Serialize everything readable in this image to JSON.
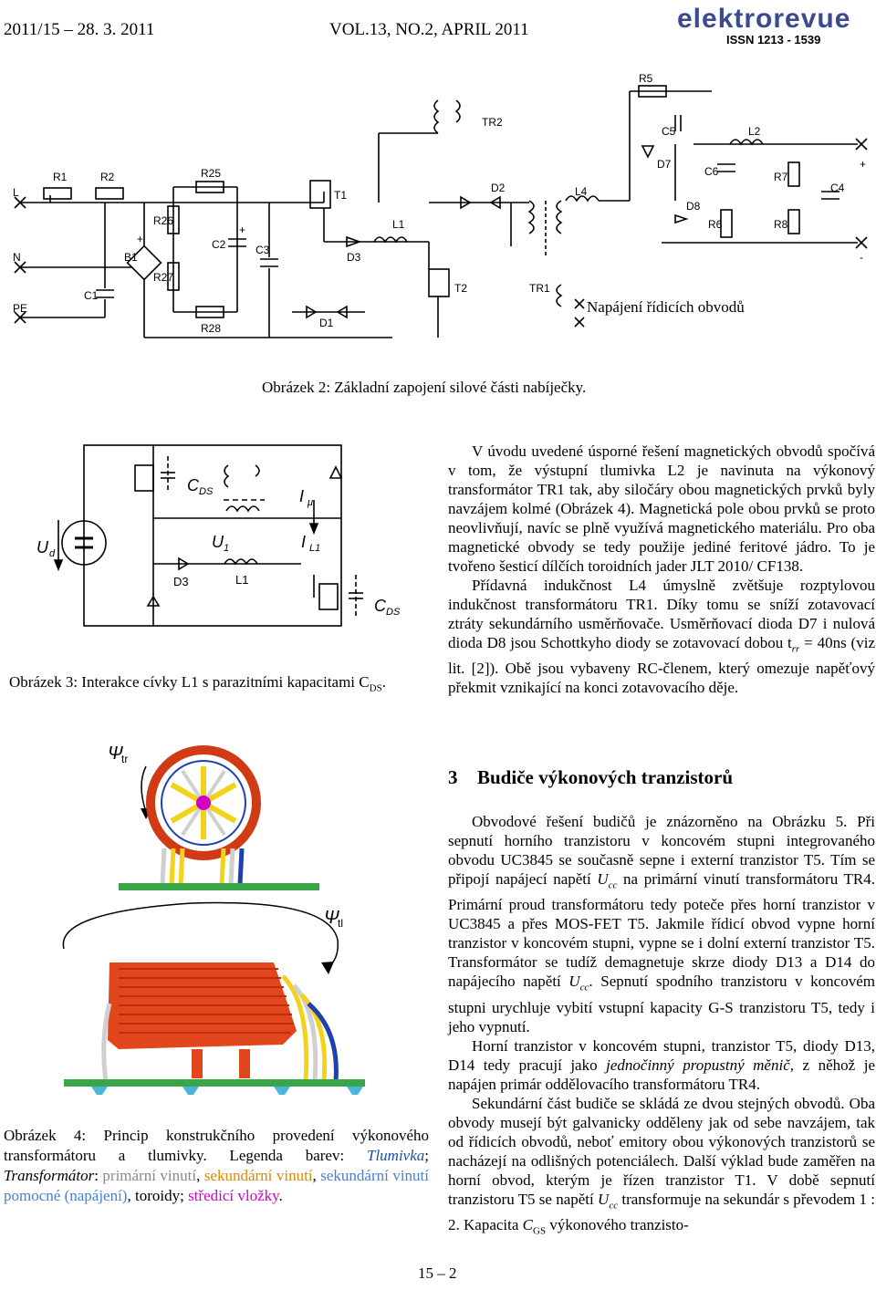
{
  "header": {
    "dates": "2011/15 – 28. 3. 2011",
    "volume": "VOL.13, NO.2, APRIL 2011",
    "logo_text": "elektrorevue",
    "issn": "ISSN 1213 - 1539"
  },
  "fig2": {
    "labels": [
      "L",
      "N",
      "PE",
      "R1",
      "R2",
      "C1",
      "B1",
      "R25",
      "R26",
      "R27",
      "R28",
      "C2",
      "C3",
      "T1",
      "T2",
      "D1",
      "D2",
      "D3",
      "L1",
      "TR1",
      "TR2",
      "L4",
      "D7",
      "C5",
      "R5",
      "C6",
      "D8",
      "R6",
      "L2",
      "R7",
      "R8",
      "C4",
      "+",
      "-",
      "+",
      "+"
    ],
    "note": "Napájení řídicích obvodů",
    "caption": "Obrázek 2: Základní zapojení silové části nabíječky."
  },
  "fig3": {
    "labels": {
      "ud": "U",
      "ud_sub": "d",
      "cds_top": "C",
      "cds_top_sub": "DS",
      "u1": "U",
      "u1_sub": "1",
      "imu": "I",
      "imu_sub": "μ",
      "il1": "I",
      "il1_sub": "L1",
      "d3": "D3",
      "l1": "L1",
      "cds_bot": "C",
      "cds_bot_sub": "DS"
    },
    "caption_main": "Obrázek 3: Interakce cívky L1 s parazitními kapacitami C",
    "caption_sub": "DS",
    "caption_end": "."
  },
  "fig4": {
    "psi_tr": "Ψ",
    "psi_tr_sub": "tr",
    "psi_tl": "Ψ",
    "psi_tl_sub": "tl",
    "caption_1": "Obrázek 4: Princip konstrukčního provedení výkonového transformátoru a tlumivky. Legenda barev: ",
    "legend_tl": "Tlumivka",
    "legend_sep1": "; ",
    "legend_tr": "Transformátor",
    "legend_colon": ": ",
    "legend_pri": "primární vinutí",
    "legend_c1": ", ",
    "legend_sek": "sekundární vinutí",
    "legend_c2": ", ",
    "legend_sek2": "sekundární vinutí pomocné (napájení)",
    "legend_c3": ", toroidy; ",
    "legend_str": "středicí vložky",
    "legend_end": "."
  },
  "text": {
    "p1": "V úvodu uvedené úsporné řešení magnetických obvodů spočívá v tom, že výstupní tlumivka L2 je navinuta na výkonový transformátor TR1 tak, aby siločáry obou magnetických prvků byly navzájem kolmé (Obrázek 4). Magnetická pole obou prvků se proto neovlivňují, navíc se plně využívá magnetického materiálu. Pro oba magnetické obvody se tedy použije jediné feritové jádro. To je tvořeno šesticí dílčích toroidních jader JLT 2010/ CF138.",
    "p2": "Přídavná indukčnost L4 úmyslně zvětšuje rozptylovou indukčnost transformátoru TR1. Díky tomu se sníží zotavovací ztráty sekundárního usměrňovače. Usměrňovací dioda D7 i nulová dioda D8 jsou Schottkyho diody se zotavovací dobou t",
    "p2_sub": "rr",
    "p2_end": " = 40ns (viz lit. [2]). Obě jsou vybaveny RC-členem, který omezuje napěťový překmit vznikající na konci zotavovacího děje.",
    "section_num": "3",
    "section_title": "Budiče výkonových tranzistorů",
    "p3": "Obvodové řešení budičů je znázorněno na Obrázku 5. Při sepnutí horního tranzistoru v koncovém stupni integrovaného obvodu UC3845 se současně sepne i externí tranzistor T5. Tím se připojí napájecí napětí ",
    "p3_u": "U",
    "p3_u_sub": "cc",
    "p3_mid": " na primární vinutí transformátoru TR4. Primární proud transformátoru tedy poteče přes horní tranzistor v UC3845 a přes MOS-FET T5. Jakmile řídicí obvod vypne horní tranzistor v koncovém stupni, vypne se i dolní externí tranzistor T5. Transformátor se tudíž demagnetuje skrze diody D13 a D14 do napájecího napětí ",
    "p3_u2": "U",
    "p3_u2_sub": "cc",
    "p3_end": ". Sepnutí spodního tranzistoru v koncovém stupni urychluje vybití vstupní kapacity G-S tranzistoru T5, tedy i jeho vypnutí.",
    "p4": "Horní tranzistor v koncovém stupni, tranzistor T5, diody D13, D14 tedy pracují jako ",
    "p4_em": "jednočinný propustný měnič",
    "p4_end": ", z něhož je napájen primár oddělovacího transformátoru TR4.",
    "p5": "Sekundární část budiče se skládá ze dvou stejných obvodů. Oba obvody musejí být galvanicky odděleny jak od sebe navzájem, tak od řídicích obvodů, neboť emitory obou výkonových tranzistorů se nacházejí na odlišných potenciálech. Další výklad bude zaměřen na horní obvod, kterým je řízen tranzistor T1. V době sepnutí tranzistoru T5 se napětí ",
    "p5_u": "U",
    "p5_u_sub": "cc",
    "p5_mid": " transformuje na sekundár s převodem 1 : 2. Kapacita ",
    "p5_c": "C",
    "p5_c_sub": "GS",
    "p5_end": " výkonového tranzisto-"
  },
  "footer": {
    "page": "15 – 2"
  },
  "colors": {
    "logo": "#3b4a8c",
    "tlumivka": "#e2461d",
    "toroid": "#d03a14",
    "primary": "#cfcfcf",
    "secondary": "#f2d21a",
    "aux": "#2040b0",
    "center": "#d000c8",
    "pcb": "#3aa64a"
  }
}
